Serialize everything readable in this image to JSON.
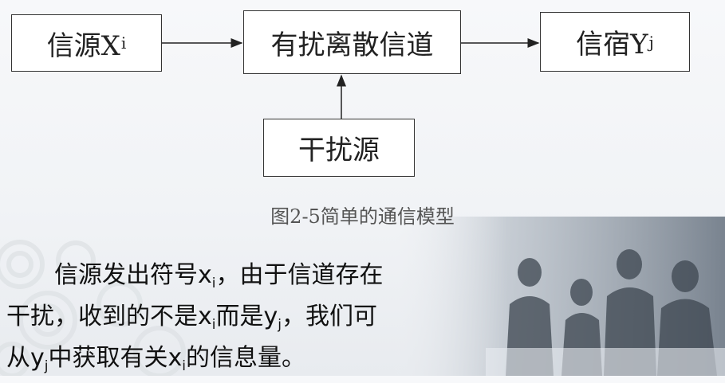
{
  "diagram": {
    "nodes": {
      "source": {
        "label": "信源X",
        "sub": "i"
      },
      "channel": {
        "label": "有扰离散信道"
      },
      "sink": {
        "label": "信宿Y",
        "sub": "j"
      },
      "noise": {
        "label": "干扰源"
      }
    },
    "edges": [
      {
        "from": "source",
        "to": "channel"
      },
      {
        "from": "channel",
        "to": "sink"
      },
      {
        "from": "noise",
        "to": "channel"
      }
    ],
    "caption": "图2-5简单的通信模型"
  },
  "text": {
    "line1": {
      "a": "信源发出符号x",
      "a_sub": "i",
      "b": "，由于信道存在"
    },
    "line2": {
      "a": "干扰，收到的不是x",
      "a_sub": "i",
      "b": "而是y",
      "b_sub": "j",
      "c": "，我们可"
    },
    "line3": {
      "a": "从y",
      "a_sub": "j",
      "b": "中获取有关x",
      "b_sub": "i",
      "c": "的信息量。"
    }
  },
  "colors": {
    "background": "#f3f5f8",
    "box_border": "#333333",
    "caption": "#555555"
  }
}
